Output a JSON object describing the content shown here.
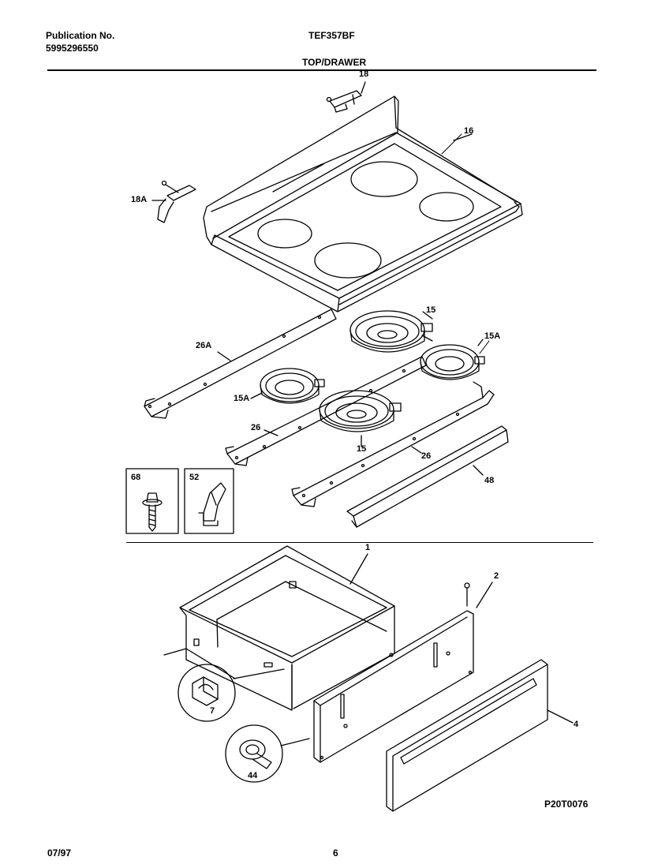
{
  "header": {
    "publication_label": "Publication No.",
    "publication_number": "5995296550",
    "model": "TEF357BF",
    "section_title": "TOP/DRAWER"
  },
  "parts": {
    "p18": "18",
    "p18A": "18A",
    "p16": "16",
    "p15_top": "15",
    "p15A_right": "15A",
    "p26A": "26A",
    "p15A_left": "15A",
    "p26_left": "26",
    "p15_bottom": "15",
    "p26_right": "26",
    "p48": "48",
    "p68": "68",
    "p52": "52",
    "p1": "1",
    "p2": "2",
    "p4": "4",
    "p7": "7",
    "p44": "44"
  },
  "footer": {
    "figure_code": "P20T0076",
    "date": "07/97",
    "page_number": "6"
  }
}
